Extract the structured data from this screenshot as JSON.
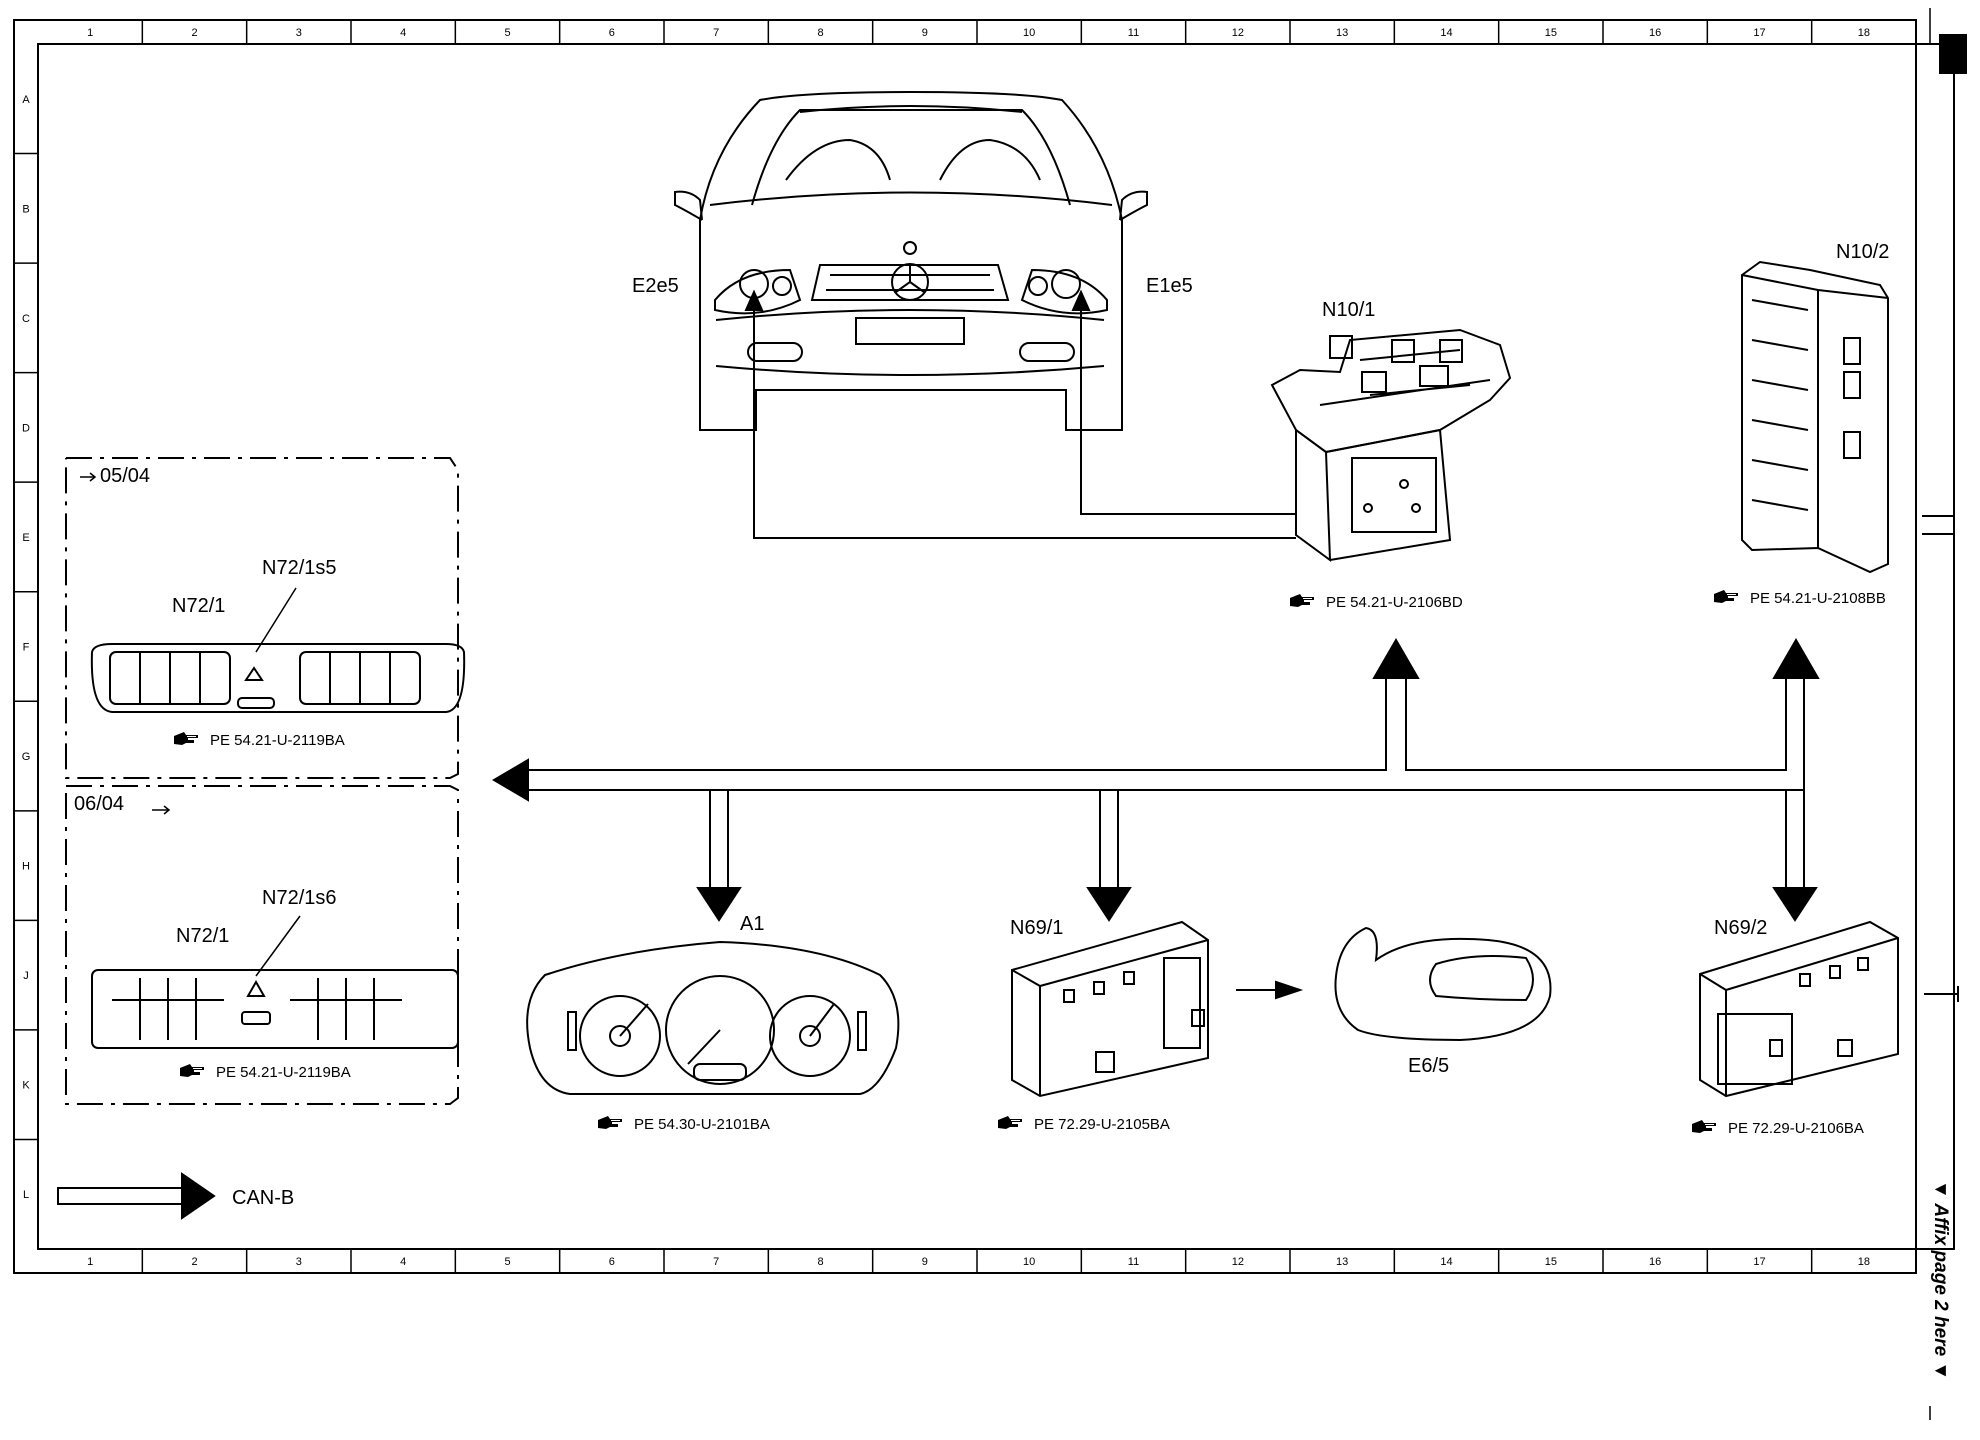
{
  "grid": {
    "columns": [
      "1",
      "2",
      "3",
      "4",
      "5",
      "6",
      "7",
      "8",
      "9",
      "10",
      "11",
      "12",
      "13",
      "14",
      "15",
      "16",
      "17",
      "18"
    ],
    "rows": [
      "A",
      "B",
      "C",
      "D",
      "E",
      "F",
      "G",
      "H",
      "J",
      "K",
      "L"
    ]
  },
  "components": {
    "e2e5": "E2e5",
    "e1e5": "E1e5",
    "n10_1": "N10/1",
    "n10_2": "N10/2",
    "a1": "A1",
    "n69_1": "N69/1",
    "e6_5": "E6/5",
    "n69_2": "N69/2"
  },
  "variant_upper": {
    "date": "05/04",
    "module": "N72/1",
    "switch": "N72/1s5"
  },
  "variant_lower": {
    "date": "06/04",
    "module": "N72/1",
    "switch": "N72/1s6"
  },
  "refs": {
    "n10_1": "PE 54.21-U-2106BD",
    "n10_2": "PE 54.21-U-2108BB",
    "n72_upper": "PE 54.21-U-2119BA",
    "n72_lower": "PE 54.21-U-2119BA",
    "a1": "PE 54.30-U-2101BA",
    "n69_1": "PE 72.29-U-2105BA",
    "n69_2": "PE 72.29-U-2106BA"
  },
  "legend": {
    "can_b": "CAN-B"
  },
  "side_note": "▼ Affix page 2 here ▼",
  "icons": {
    "reference": "pointing-hand-icon",
    "arrow": "arrow-icon"
  }
}
